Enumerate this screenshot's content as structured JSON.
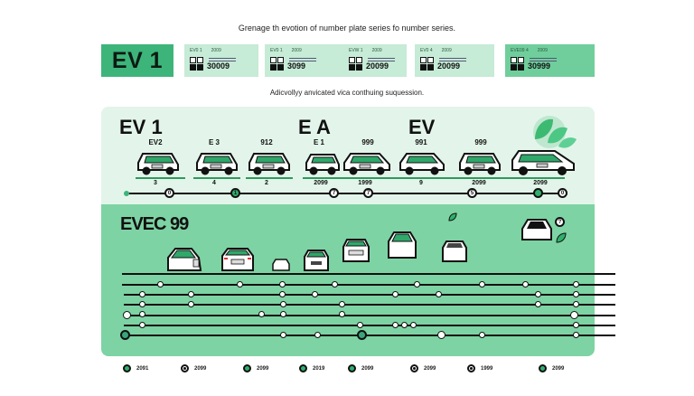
{
  "header": {
    "title": "Grenage th evotion of number plate series fo number series.",
    "subtitle": "Adicvollyy anvicated vica conthuing suquession."
  },
  "plates": {
    "main": "EV 1",
    "cards": [
      {
        "code": "EV0 1",
        "year": "2009",
        "number": "30009",
        "style": "light"
      },
      {
        "code": "EV0 1",
        "year": "2009",
        "number": "3099",
        "style": "light"
      },
      {
        "code": "EVW 1",
        "year": "2009",
        "number": "20099",
        "style": "light"
      },
      {
        "code": "EV0 4",
        "year": "2009",
        "number": "20099",
        "style": "light"
      },
      {
        "code": "EVE09 4",
        "year": "2009",
        "number": "30999",
        "style": "dark"
      }
    ]
  },
  "top_panel": {
    "labels": [
      "EV 1",
      "E A",
      "EV"
    ],
    "cars": [
      {
        "label": "EV2",
        "year": "3"
      },
      {
        "label": "E 3",
        "year": "4"
      },
      {
        "label": "912",
        "year": "2"
      },
      {
        "label": "E 1",
        "year": "2099"
      },
      {
        "label": "999",
        "year": "1999"
      },
      {
        "label": "991",
        "year": "9"
      },
      {
        "label": "999",
        "year": "2099"
      },
      {
        "label": "",
        "year": "2099"
      }
    ],
    "timeline_nodes": [
      "0",
      "1",
      "7",
      "7",
      "5",
      "",
      "0"
    ]
  },
  "bottom_panel": {
    "label": "EVEC 99",
    "badge": "?"
  },
  "legend": [
    {
      "icon": "green",
      "year": "2091"
    },
    {
      "icon": "white",
      "year": "2099"
    },
    {
      "icon": "green",
      "year": "2099"
    },
    {
      "icon": "green",
      "year": "2019"
    },
    {
      "icon": "green",
      "year": "2099"
    },
    {
      "icon": "white",
      "year": "2099"
    },
    {
      "icon": "white",
      "year": "1999"
    },
    {
      "icon": "green",
      "year": "2099"
    }
  ],
  "colors": {
    "accent": "#3db57a",
    "light_panel": "#e3f5ea",
    "mid_panel": "#7dd3a3",
    "card_bg": "#c6ebd6",
    "card_dark": "#6fce9c"
  }
}
